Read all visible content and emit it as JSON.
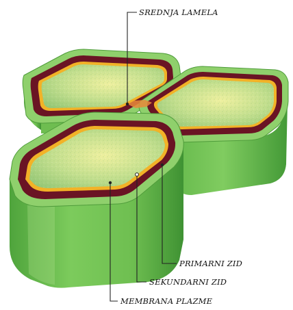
{
  "labels": {
    "middle_lamella": "SREDNJA LAMELA",
    "primary_wall": "PRIMARNI ZID",
    "secondary_wall": "SEKUNDARNI ZID",
    "plasma_membrane": "MEMBRANA PLAZME"
  },
  "colors": {
    "cell_side": "#79c95a",
    "cell_side_dark": "#4fa43c",
    "cell_side_light": "#a8dc86",
    "wall_outer": "#8ccf6a",
    "secondary_wall": "#6a1424",
    "plasma_membrane": "#f2b227",
    "cytoplasm": "#b7d98a",
    "cytoplasm_light": "#e8ef9e",
    "middle_lamella": "#e98a3a"
  },
  "icons": {
    "cell_block": "plant-cell-block-icon"
  }
}
